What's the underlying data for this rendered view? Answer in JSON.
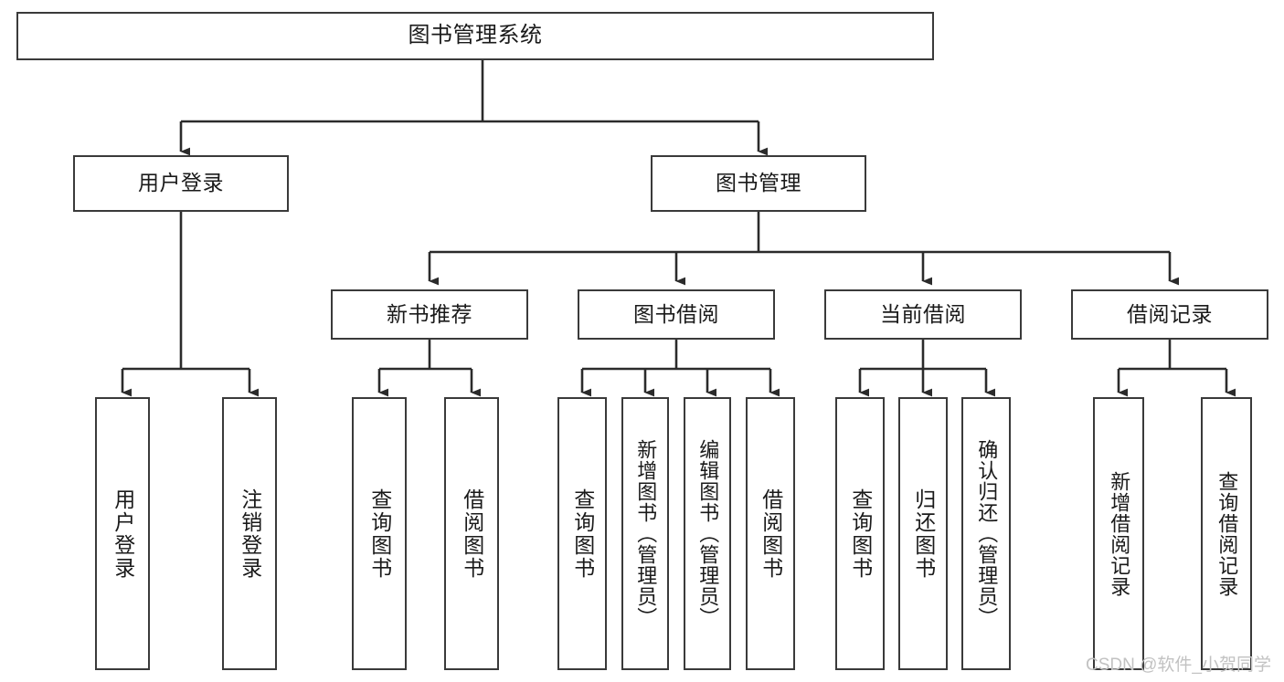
{
  "diagram": {
    "title": "图书管理系统",
    "watermark": "CSDN @软件_小贺同学",
    "colors": {
      "background": "#ffffff",
      "node_fill": "#ffffff",
      "node_border": "#3a3a3a",
      "edge": "#2b2b2b",
      "text": "#1a1a1a",
      "watermark": "#c2c2c2"
    },
    "root": {
      "label": "图书管理系统"
    },
    "level2": [
      {
        "label": "用户登录"
      },
      {
        "label": "图书管理"
      }
    ],
    "level3": [
      {
        "label": "新书推荐"
      },
      {
        "label": "图书借阅"
      },
      {
        "label": "当前借阅"
      },
      {
        "label": "借阅记录"
      }
    ],
    "leaves": {
      "user_login": [
        {
          "label": "用户登录"
        },
        {
          "label": "注销登录"
        }
      ],
      "new_book": [
        {
          "label": "查询图书"
        },
        {
          "label": "借阅图书"
        }
      ],
      "book_borrow": [
        {
          "label": "查询图书"
        },
        {
          "label": "新增图书（管理员）"
        },
        {
          "label": "编辑图书（管理员）"
        },
        {
          "label": "借阅图书"
        }
      ],
      "current_borrow": [
        {
          "label": "查询图书"
        },
        {
          "label": "归还图书"
        },
        {
          "label": "确认归还（管理员）"
        }
      ],
      "borrow_record": [
        {
          "label": "新增借阅记录"
        },
        {
          "label": "查询借阅记录"
        }
      ]
    }
  }
}
